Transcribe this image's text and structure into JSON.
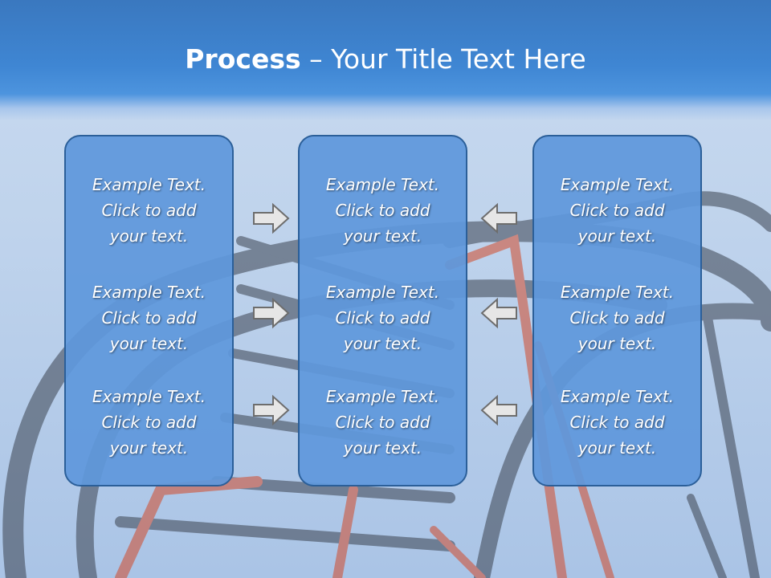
{
  "title": {
    "bold": "Process",
    "rest": " – Your Title Text Here"
  },
  "columns": [
    {
      "items": [
        "Example Text.\nClick  to add\nyour text.",
        "Example Text.\nClick  to add\nyour text.",
        "Example Text.\nClick  to add\nyour text."
      ]
    },
    {
      "items": [
        "Example Text.\nClick  to add\nyour text.",
        "Example Text.\nClick  to add\nyour text.",
        "Example Text.\nClick  to add\nyour text."
      ]
    },
    {
      "items": [
        "Example Text.\nClick  to add\nyour text.",
        "Example Text.\nClick  to add\nyour text.",
        "Example Text.\nClick  to add\nyour text."
      ]
    }
  ],
  "colors": {
    "header": "#3f86d3",
    "box_fill": "#5f98dc",
    "box_border": "#2b5f99",
    "arrow_fill": "#e6e6e6"
  }
}
